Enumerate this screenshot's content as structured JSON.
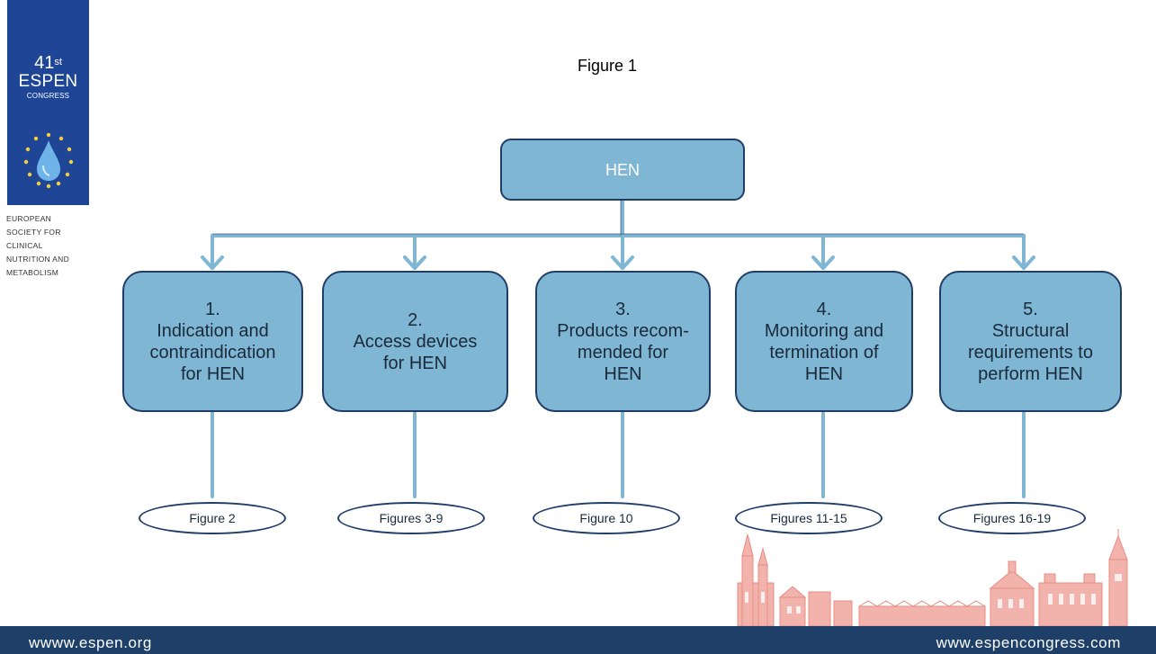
{
  "logo": {
    "number": "41",
    "suffix": "st",
    "name": "ESPEN",
    "sub": "CONGRESS",
    "society": "EUROPEAN\nSOCIETY FOR\nCLINICAL\nNUTRITION AND\nMETABOLISM"
  },
  "title": "Figure 1",
  "root": {
    "label": "HEN"
  },
  "nodes": [
    {
      "label": "1.\nIndication and\ncontraindication\nfor HEN",
      "figure": "Figure 2"
    },
    {
      "label": "2.\nAccess devices\nfor HEN",
      "figure": "Figures 3-9"
    },
    {
      "label": "3.\nProducts recom-\nmended for\nHEN",
      "figure": "Figure 10"
    },
    {
      "label": "4.\nMonitoring and\ntermination of\nHEN",
      "figure": "Figures 11-15"
    },
    {
      "label": "5.\nStructural\nrequirements to\nperform HEN",
      "figure": "Figures 16-19"
    }
  ],
  "footer": {
    "left": "wwww.espen.org",
    "right": "www.espencongress.com"
  },
  "colors": {
    "box_fill": "#7eb6d4",
    "box_border": "#1f3d68",
    "connector": "#7eb6d4",
    "logo_blue": "#1f4596",
    "footer_bg": "#1e3f68"
  }
}
